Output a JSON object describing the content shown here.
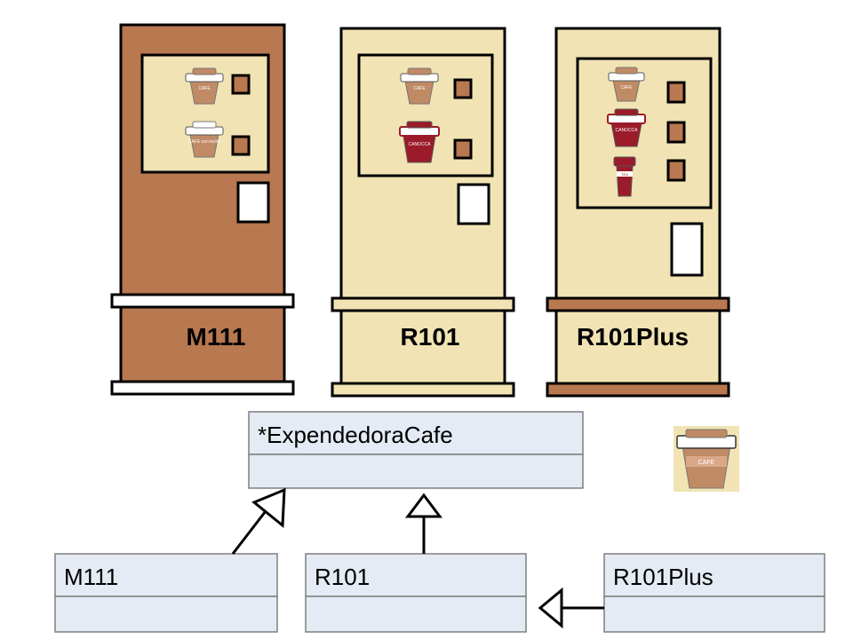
{
  "machines": [
    {
      "id": "m111",
      "label": "M111",
      "body_color": "#b87850",
      "trim_color": "#ffffff",
      "cups": [
        {
          "label": "CAFE",
          "color": "#c08a64",
          "lid": "#ffffff"
        },
        {
          "label": "CAFE con leche",
          "color": "#c08a64",
          "lid": "#ffffff"
        }
      ]
    },
    {
      "id": "r101",
      "label": "R101",
      "body_color": "#f1e3b4",
      "trim_color": "#f1e3b4",
      "cups": [
        {
          "label": "CAFE",
          "color": "#c08a64",
          "lid": "#ffffff"
        },
        {
          "label": "CANOCCA",
          "color": "#9b1b2a",
          "lid": "#ffffff"
        }
      ]
    },
    {
      "id": "r101plus",
      "label": "R101Plus",
      "body_color": "#f1e3b4",
      "trim_color": "#b87850",
      "cups": [
        {
          "label": "CAFE",
          "color": "#c08a64",
          "lid": "#ffffff"
        },
        {
          "label": "CANOCCA",
          "color": "#9b1b2a",
          "lid": "#ffffff"
        },
        {
          "label": "TEA",
          "color": "#9b1b2a",
          "lid": "#ffffff"
        }
      ]
    }
  ],
  "uml": {
    "parent": {
      "name": "*ExpendedoraCafe"
    },
    "children": [
      {
        "name": "M111"
      },
      {
        "name": "R101"
      },
      {
        "name": "R101Plus"
      }
    ]
  },
  "icon_cup": {
    "label": "CAFE"
  },
  "colors": {
    "line": "#000000",
    "class_fill": "#e4ebf4",
    "class_stroke": "#7f7f7f",
    "brown": "#b87850",
    "cream": "#f1e3b4",
    "dark_red": "#9b1b2a",
    "cup_brown": "#c08a64"
  }
}
